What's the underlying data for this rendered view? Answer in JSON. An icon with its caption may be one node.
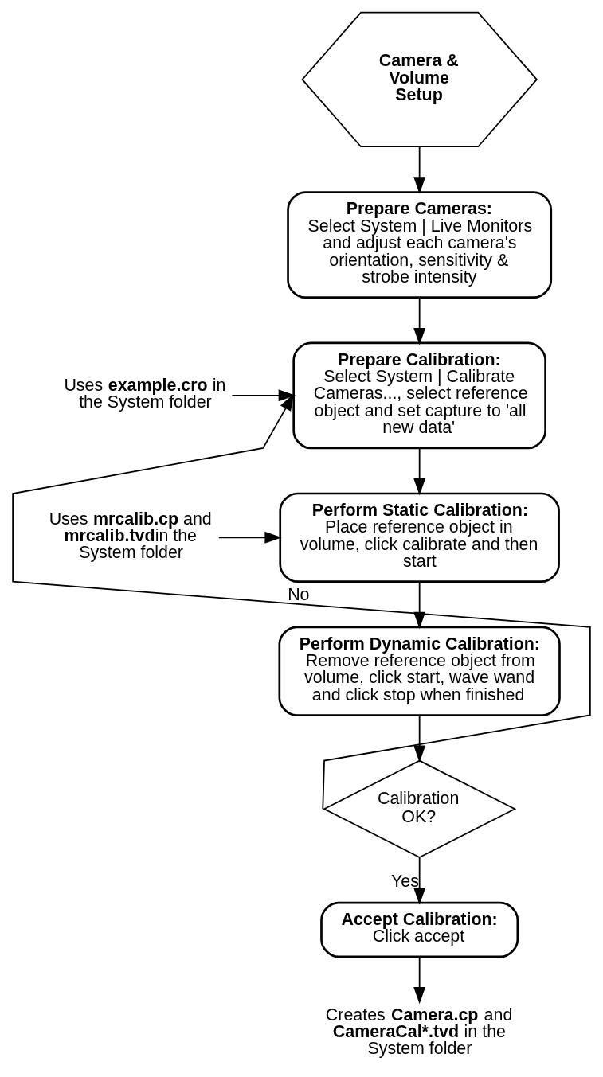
{
  "diagram": {
    "nodes": [
      {
        "text": [
          "Camera & Volume Setup"
        ]
      },
      {
        "text": [
          "Prepare Cameras:",
          "Select System | Live Monitors and adjust each camera's orientation, sensitivity & strobe intensity"
        ]
      },
      {
        "text": [
          "Prepare Calibration:",
          "Select System | Calibrate Cameras..., select reference object and set capture to 'all new data'"
        ]
      },
      {
        "text": [
          "Uses **example.cro** in the System folder"
        ]
      },
      {
        "text": [
          "Perform Static Calibration:",
          "Place reference object in volume, click calibrate and then start"
        ]
      },
      {
        "text": [
          "Uses **mrcalib.cp** and **mrcalib.tvd**in the System folder"
        ]
      },
      {
        "text": [
          "Perform Dynamic Calibration:",
          "Remove reference object from volume, click start, wave wand and click stop when finished"
        ]
      },
      {
        "text": [
          "Calibration OK?"
        ]
      },
      {
        "text": [
          "Accept Calibration:",
          "Click accept"
        ]
      },
      {
        "text": [
          "Creates **Camera.cp** and **CameraCal*.tvd** in the System folder"
        ]
      }
    ],
    "edges": [
      {
        "from": 0,
        "to": 1,
        "arrow": "to"
      },
      {
        "from": 1,
        "to": 2,
        "arrow": "to"
      },
      {
        "from": 3,
        "to": 2,
        "arrow": "to"
      },
      {
        "from": 2,
        "to": 4,
        "arrow": "to"
      },
      {
        "from": 5,
        "to": 4,
        "arrow": "to"
      },
      {
        "from": 4,
        "to": 6,
        "arrow": "to"
      },
      {
        "from": 6,
        "to": 7,
        "arrow": "to"
      },
      {
        "from": 7,
        "to": 2,
        "arrow": "to",
        "label": "No"
      },
      {
        "from": 7,
        "to": 8,
        "arrow": "to",
        "label": "Yes"
      },
      {
        "from": 8,
        "to": 9,
        "arrow": "to"
      }
    ]
  }
}
